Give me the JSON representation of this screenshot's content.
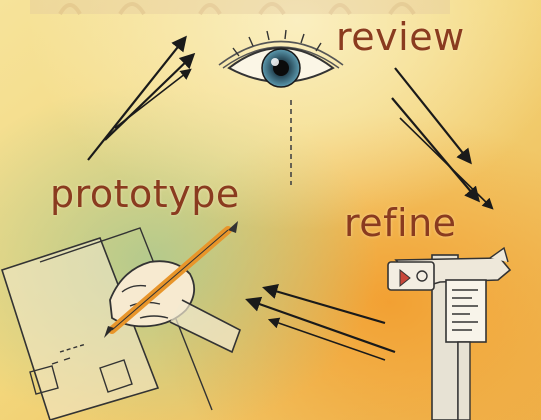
{
  "labels": {
    "review": "review",
    "prototype": "prototype",
    "refine": "refine"
  },
  "colors": {
    "label_text": "#8a3b1f",
    "background_yellow": "#f3d77c",
    "background_orange": "#f0a63a",
    "background_green": "#b9c98a",
    "ink": "#1a1a1a",
    "pencil": "#e8952a"
  },
  "icons": [
    "eye-icon",
    "hand-with-pencil-icon",
    "caliper-icon",
    "arrow-icon"
  ]
}
